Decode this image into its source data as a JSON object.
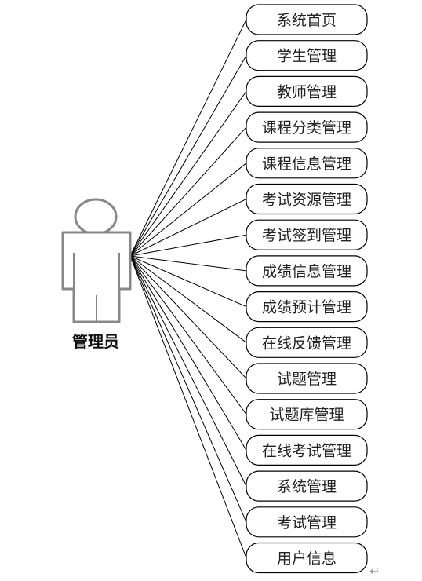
{
  "actor": {
    "label": "管理员"
  },
  "use_cases": [
    "系统首页",
    "学生管理",
    "教师管理",
    "课程分类管理",
    "课程信息管理",
    "考试资源管理",
    "考试签到管理",
    "成绩信息管理",
    "成绩预计管理",
    "在线反馈管理",
    "试题管理",
    "试题库管理",
    "在线考试管理",
    "系统管理",
    "考试管理",
    "用户信息"
  ],
  "paragraph_mark": "↵",
  "colors": {
    "stroke": "#000000",
    "text": "#222222",
    "actor_fill": "#ffffff",
    "actor_stroke": "#888888"
  }
}
